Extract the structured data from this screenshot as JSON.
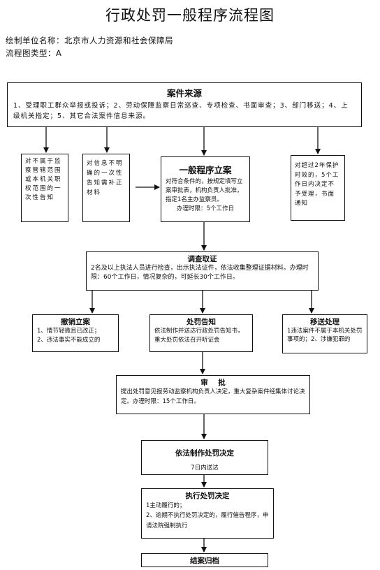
{
  "page": {
    "title": "行政处罚一般程序流程图",
    "unit_line": "绘制单位名称：北京市人力资源和社会保障局",
    "type_line": "流程图类型：A"
  },
  "nodes": {
    "source": {
      "title": "案件来源",
      "body": "1、受理职工群众举报或投诉；2、劳动保障监察日常巡查、专项检查、书面审查；3、部门移送；4、上级机关指定；5、其它合法案件信息来源。"
    },
    "not_jurisdiction": {
      "body": "对不属于监察管辖范围或本机关职权范围的一次性告知"
    },
    "unclear_info": {
      "body": "对信息不明确的一次性告知需补正材料"
    },
    "filing": {
      "title": "一般程序立案",
      "body": "对符合条件的，按规定填写立案审批表，机构负责人批准，指定1名主办监察员。",
      "time": "办理时限：5个工作日"
    },
    "expired": {
      "body": "对超过2年保护时效的，5个工作日内决定不予受理，书面通知"
    },
    "investigation": {
      "title": "调查取证",
      "body": "2名及以上执法人员进行检查，出示执法证件，依法收集整理证据材料。办理时限：60个工作日，情况复杂的，可延长30个工作日。"
    },
    "revoke": {
      "title": "撤销立案",
      "line1": "1、情节轻微且已改正；",
      "line2": "2、违法事实不能成立的"
    },
    "notice": {
      "title": "处罚告知",
      "body": "依法制作并送达行政处罚告知书，重大处罚依法召开听证会"
    },
    "transfer": {
      "title": "移送处理",
      "body": "1违法案件不属于本机关处罚事项的；2、涉嫌犯罪的"
    },
    "review": {
      "title": "审    批",
      "body": "提出处罚意见报劳动监察机构负责人决定，重大复杂案件经集体讨论决定。办理时限：15个工作日。"
    },
    "decision": {
      "title": "依法制作处罚决定",
      "body": "7日内送达"
    },
    "execution": {
      "title": "执行处罚决定",
      "line1": "1主动履行的；",
      "line2": "2、逾期不执行处罚决定的，履行催告程序，申请法院强制执行"
    },
    "close": {
      "title": "结案归档"
    }
  }
}
